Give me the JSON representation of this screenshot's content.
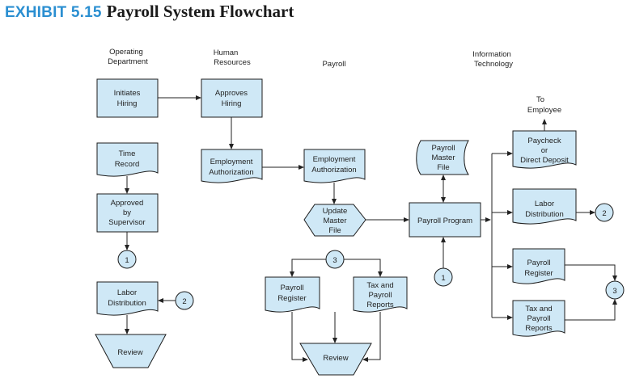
{
  "title": {
    "exhibit": "EXHIBIT 5.15",
    "text": "Payroll System Flowchart"
  },
  "columns": {
    "operating": [
      "Operating",
      "Department"
    ],
    "hr": [
      "Human",
      "Resources"
    ],
    "payroll": [
      "Payroll"
    ],
    "it": [
      "Information",
      "Technology"
    ]
  },
  "shapes": {
    "initiates": [
      "Initiates",
      "Hiring"
    ],
    "approves": [
      "Approves",
      "Hiring"
    ],
    "time_record": [
      "Time",
      "Record"
    ],
    "approved": [
      "Approved",
      "by",
      "Supervisor"
    ],
    "labor_left": [
      "Labor",
      "Distribution"
    ],
    "review_left": [
      "Review"
    ],
    "emp_auth_hr": [
      "Employment",
      "Authorization"
    ],
    "emp_auth_pay": [
      "Employment",
      "Authorization"
    ],
    "update_master": [
      "Update",
      "Master",
      "File"
    ],
    "payroll_register": [
      "Payroll",
      "Register"
    ],
    "tax_reports": [
      "Tax and",
      "Payroll",
      "Reports"
    ],
    "review_mid": [
      "Review"
    ],
    "master_file": [
      "Payroll",
      "Master",
      "File"
    ],
    "payroll_program": [
      "Payroll Program"
    ],
    "paycheck": [
      "Paycheck",
      "or",
      "Direct Deposit"
    ],
    "to_employee": [
      "To",
      "Employee"
    ],
    "labor_right": [
      "Labor",
      "Distribution"
    ],
    "payroll_register_right": [
      "Payroll",
      "Register"
    ],
    "tax_reports_right": [
      "Tax and",
      "Payroll",
      "Reports"
    ]
  },
  "connectors": {
    "c1_left": "1",
    "c2_left": "2",
    "c3_mid": "3",
    "c1_right": "1",
    "c2_right": "2",
    "c3_right": "3"
  }
}
